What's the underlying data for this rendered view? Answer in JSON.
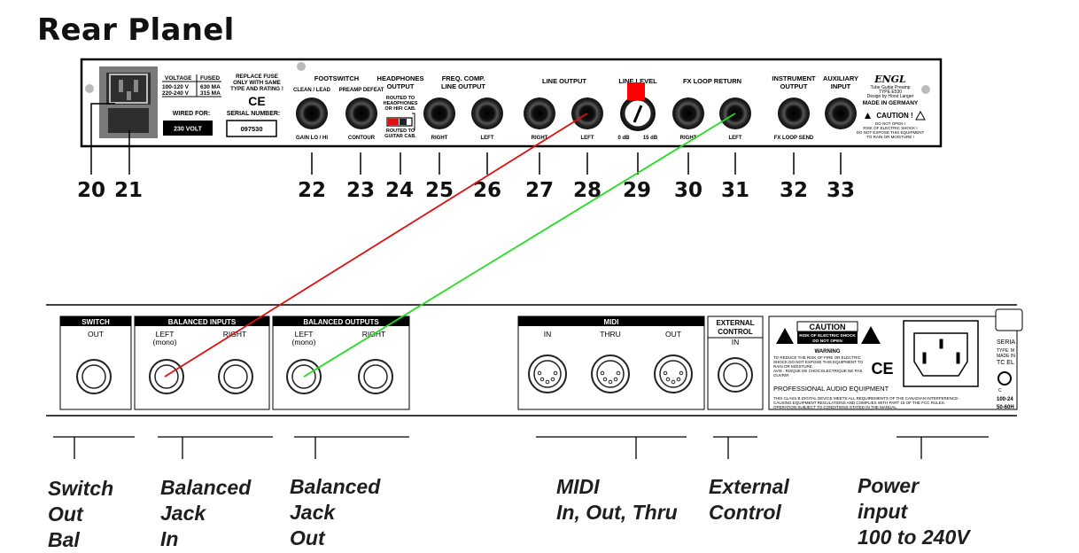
{
  "title": "Rear Planel",
  "amp_panel": {
    "voltage_header": "VOLTAGE",
    "fused_header": "FUSED",
    "voltage_rows": [
      [
        "100-120 V",
        "630 MA"
      ],
      [
        "220-240 V",
        "315 MA"
      ]
    ],
    "replace_fuse": [
      "REPLACE FUSE",
      "ONLY WITH SAME",
      "TYPE AND RATING !"
    ],
    "ce_mark": "CE",
    "wired_for_label": "WIRED FOR:",
    "wired_for_value": "230 VOLT",
    "serial_label": "SERIAL NUMBER:",
    "serial_value": "097530",
    "footswitch_title": "FOOTSWITCH",
    "footswitch_left": "CLEAN / LEAD",
    "footswitch_right": "PREAMP DEFEAT",
    "gain_label": "GAIN LO / HI",
    "contour_label": "CONTOUR",
    "headphones_title": [
      "HEADPHONES",
      "OUTPUT"
    ],
    "routed_to_hp": [
      "ROUTED TO",
      "HEADPHONES",
      "OR HIFI CAB."
    ],
    "routed_to_cab": [
      "ROUTED TO",
      "GUITAR CAB."
    ],
    "freq_comp_title": [
      "FREQ. COMP.",
      "LINE OUTPUT"
    ],
    "line_output_title": "LINE OUTPUT",
    "line_level_title": "LINE LEVEL",
    "line_level_min": "0 dB",
    "line_level_max": "15 dB",
    "fx_return_title": "FX LOOP RETURN",
    "instrument_title": [
      "INSTRUMENT",
      "OUTPUT"
    ],
    "auxiliary_title": [
      "AUXILIARY",
      "INPUT"
    ],
    "fx_send_label": "FX LOOP SEND",
    "right": "RIGHT",
    "left": "LEFT",
    "brand": "ENGL",
    "brand_lines": [
      "Tube Guitar Preamp",
      "TYPE E530",
      "Design by Horst Langer",
      "MADE IN GERMANY"
    ],
    "caution": "CAUTION !",
    "caution_lines": [
      "DO NOT OPEN !",
      "RISK OF ELECTRIC SHOCK !",
      "DO NOT EXPOSE THIS EQUIPMENT",
      "TO RAIN OR MOISTURE !"
    ],
    "callouts": [
      "20",
      "21",
      "22",
      "23",
      "24",
      "25",
      "26",
      "27",
      "28",
      "29",
      "30",
      "31",
      "32",
      "33"
    ]
  },
  "rack_panel": {
    "switch_title": "SWITCH",
    "switch_out": "OUT",
    "bal_inputs_title": "BALANCED INPUTS",
    "bal_outputs_title": "BALANCED OUTPUTS",
    "left": "LEFT",
    "mono": "(mono)",
    "right": "RIGHT",
    "midi_title": "MIDI",
    "midi_in": "IN",
    "midi_thru": "THRU",
    "midi_out": "OUT",
    "ext_title": [
      "EXTERNAL",
      "CONTROL"
    ],
    "ext_in": "IN",
    "caution": "CAUTION",
    "caution_sub": [
      "RISK OF ELECTRIC SHOCK",
      "DO NOT OPEN"
    ],
    "warning": "WARNING",
    "warning_lines": [
      "TO REDUCE THE RISK OF FIRE OR ELECTRIC",
      "SHOCK DO NOT EXPOSE THIS EQUIPMENT TO",
      "RAIN OR MOISTURE",
      "AVIS : RISQUE DE CHOC ELECTRIQUE NE PAS",
      "OUVRIR"
    ],
    "ce_mark": "CE",
    "pro_audio": "PROFESSIONAL AUDIO EQUIPMENT",
    "fcc_lines": [
      "THIS CLASS B DIGITAL DEVICE MEETS ALL REQUIREMENTS OF THE CANADIAN INTERFERENCE-",
      "CAUSING EQUIPMENT REGULATIONS AND COMPLIES WITH PART 15 OF THE FCC RULES.",
      "OPERATION SUBJECT TO CONDITIONS STATED IN THE MANUAL."
    ],
    "side_lines": [
      "SERIA",
      "TYPE: M",
      "MADE IN",
      "TC EL",
      "C",
      "100-24",
      "50-60H"
    ]
  },
  "captions": {
    "switch_out": "Switch\nOut\nBal",
    "bal_in": "Balanced\nJack\nIn",
    "bal_out": "Balanced\nJack\nOut",
    "midi": "MIDI\nIn, Out, Thru",
    "external": "External\nControl",
    "power": "Power\ninput\n100 to 240V"
  },
  "colors": {
    "red_cable": "#e01010",
    "green_cable": "#22dd22",
    "knob_marker": "#ff0000"
  }
}
